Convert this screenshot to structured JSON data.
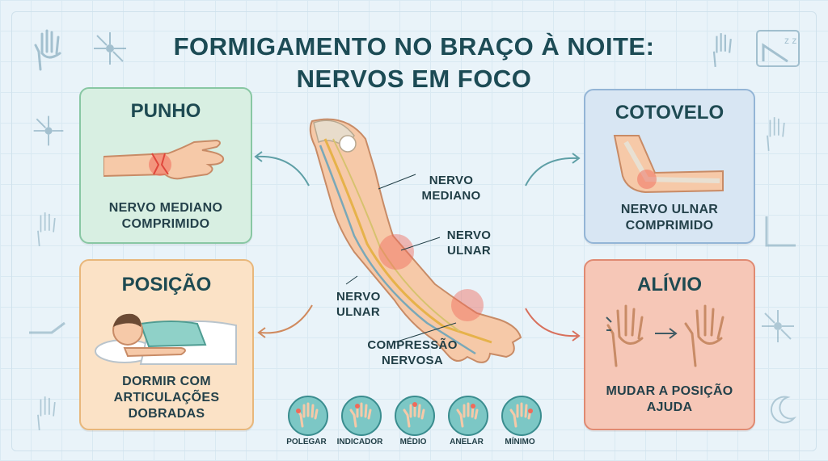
{
  "title": [
    "FORMIGAMENTO NO BRAÇO À NOITE:",
    "NERVOS EM FOCO"
  ],
  "cards": {
    "punho": {
      "heading": "PUNHO",
      "text": [
        "NERVO MEDIANO",
        "COMPRIMIDO"
      ]
    },
    "cotovelo": {
      "heading": "COTOVELO",
      "text": [
        "NERVO ULNAR",
        "COMPRIMIDO"
      ]
    },
    "posicao": {
      "heading": "POSIÇÃO",
      "text": [
        "DORMIR COM",
        "ARTICULAÇÕES",
        "DOBRADAS"
      ]
    },
    "alivio": {
      "heading": "ALÍVIO",
      "text": [
        "MUDAR A POSIÇÃO",
        "AJUDA"
      ]
    }
  },
  "arm_labels": {
    "median": [
      "NERVO",
      "MEDIANO"
    ],
    "ulnar_upper": [
      "NERVO",
      "ULNAR"
    ],
    "ulnar_lower": [
      "NERVO",
      "ULNAR"
    ],
    "compression": [
      "COMPRESSÃO",
      "NERVOSA"
    ]
  },
  "fingers": [
    "POLEGAR",
    "INDICADOR",
    "MÉDIO",
    "ANELAR",
    "MÍNIMO"
  ],
  "colors": {
    "punho_bg": "#d8efe2",
    "cotovelo_bg": "#d8e6f3",
    "posicao_bg": "#fbe2c6",
    "alivio_bg": "#f6c7b7",
    "title": "#1c4b55",
    "finger_circle": "#7cc7c5"
  }
}
